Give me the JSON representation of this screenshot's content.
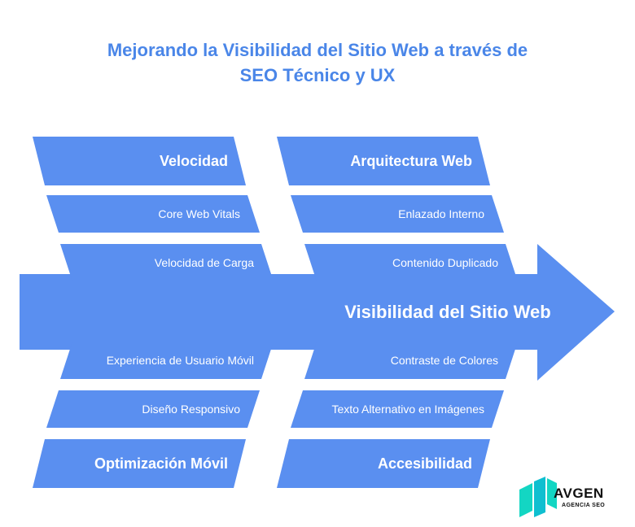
{
  "title": {
    "line1": "Mejorando la Visibilidad del Sitio Web a través de",
    "line2": "SEO Técnico y UX"
  },
  "spine": {
    "label": "Visibilidad del Sitio Web"
  },
  "branches": {
    "top_left": {
      "head": "Velocidad",
      "items": [
        "Core Web Vitals",
        "Velocidad de Carga"
      ]
    },
    "top_right": {
      "head": "Arquitectura Web",
      "items": [
        "Enlazado Interno",
        "Contenido Duplicado"
      ]
    },
    "bottom_left": {
      "head": "Optimización Móvil",
      "items": [
        "Experiencia de Usuario Móvil",
        "Diseño Responsivo"
      ]
    },
    "bottom_right": {
      "head": "Accesibilidad",
      "items": [
        "Contraste de Colores",
        "Texto Alternativo en Imágenes"
      ]
    }
  },
  "logo": {
    "word": "AVGEN",
    "sub": "AGENCIA SEO",
    "icon": "navgen-logo-icon"
  },
  "colors": {
    "accent": "#5a8ff0",
    "title": "#4a86e8",
    "logo_teal": "#13d6c3"
  }
}
